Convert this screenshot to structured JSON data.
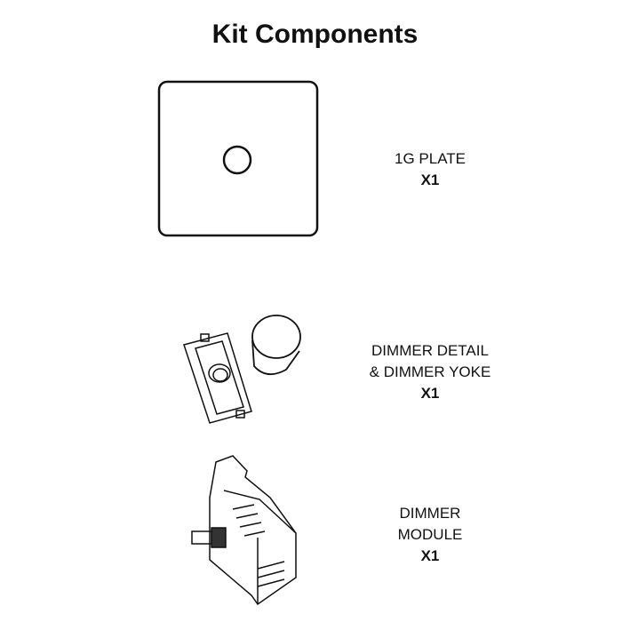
{
  "title": "Kit Components",
  "items": [
    {
      "name": "1G PLATE",
      "qty": "X1"
    },
    {
      "name_line1": "DIMMER DETAIL",
      "name_line2": "& DIMMER YOKE",
      "qty": "X1"
    },
    {
      "name_line1": "DIMMER",
      "name_line2": "MODULE",
      "qty": "X1"
    }
  ]
}
